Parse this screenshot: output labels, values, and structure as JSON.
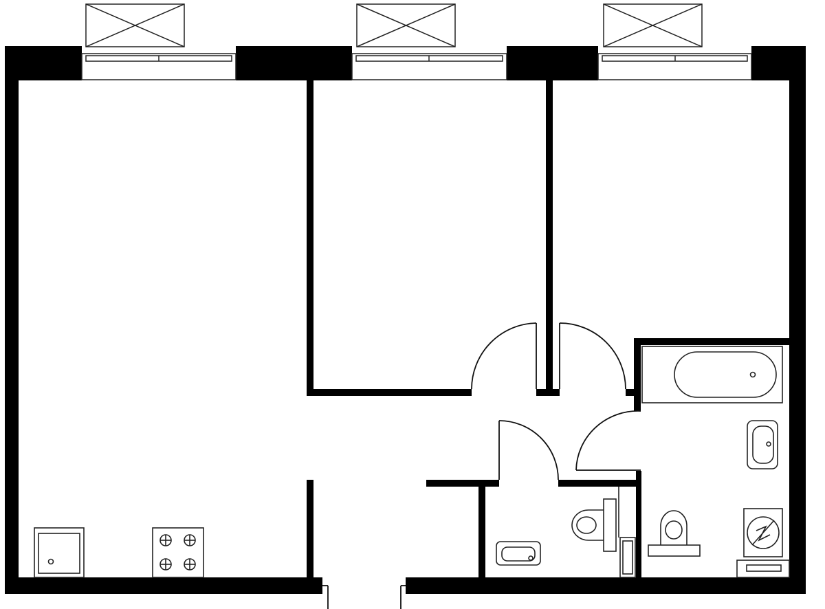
{
  "plan": {
    "colors": {
      "wall": "#000000",
      "fixture_stroke": "#222222",
      "window_line": "#444444",
      "background": "#ffffff"
    },
    "rooms": [
      "living-kitchen",
      "bedroom-middle",
      "bedroom-right",
      "hallway",
      "wc",
      "bathroom"
    ],
    "windows": 3,
    "fixtures": [
      "kitchen-sink",
      "stove",
      "bathtub",
      "bath-washbasin",
      "bath-toilet",
      "washing-machine",
      "wc-toilet",
      "wc-washbasin",
      "wc-riser",
      "vent-riser"
    ]
  }
}
